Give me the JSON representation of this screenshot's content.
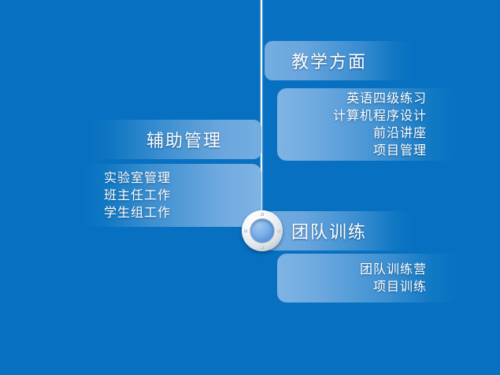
{
  "slide": {
    "background_color": "#0770c0",
    "accent_light": "#7fb4e4",
    "text_color": "#ffffff"
  },
  "hub": {
    "name": "center-node"
  },
  "branches": [
    {
      "id": "teaching",
      "side": "right",
      "title": "教学方面",
      "items": [
        "英语四级练习",
        "计算机程序设计",
        "前沿讲座",
        "项目管理"
      ]
    },
    {
      "id": "assist",
      "side": "left",
      "title": "辅助管理",
      "items": [
        "实验室管理",
        "班主任工作",
        "学生组工作"
      ]
    },
    {
      "id": "team",
      "side": "right",
      "title": "团队训练",
      "items": [
        "团队训练营",
        "项目训练"
      ]
    }
  ]
}
